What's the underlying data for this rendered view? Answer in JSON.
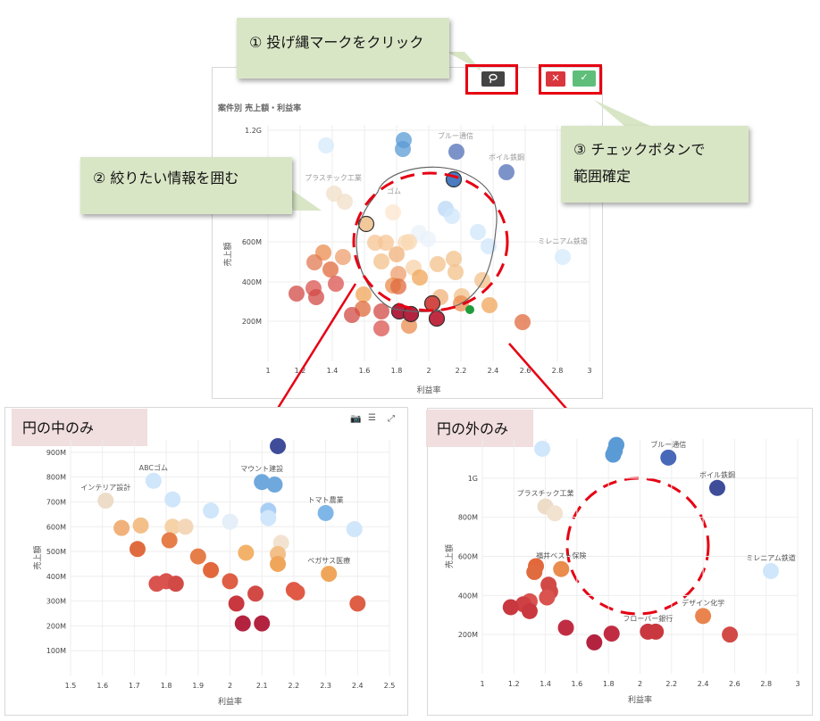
{
  "main_chart": {
    "title": "案件別 売上額・利益率",
    "ylabel": "売上額",
    "xlabel": "利益率",
    "y_ticks": [
      "1.2G",
      "600M",
      "400M",
      "200M"
    ],
    "x_ticks": [
      "1",
      "1.2",
      "1.4",
      "1.6",
      "1.8",
      "2",
      "2.2",
      "2.4",
      "2.6",
      "2.8",
      "3"
    ],
    "labels": [
      "ブルー通信",
      "ボイル鉄鋼",
      "プラスチック工業",
      "ゴム",
      "ミレニアム鉄道"
    ]
  },
  "toolbar": {
    "lasso_icon": "lasso-icon",
    "cancel_label": "✕",
    "confirm_label": "✓"
  },
  "callouts": {
    "step1": "① 投げ縄マークをクリック",
    "step2": "② 絞りたい情報を囲む",
    "step3_line1": "③ チェックボタンで",
    "step3_line2": "範囲確定"
  },
  "inside_panel": {
    "label": "円の中のみ"
  },
  "outside_panel": {
    "label": "円の外のみ"
  },
  "colors": {
    "callout_bg": "#d9e6c6",
    "highlight_red": "#e60012",
    "label_bg": "#f1dede"
  },
  "chart_data": [
    {
      "type": "scatter",
      "title": "円の中のみ",
      "xlabel": "利益率",
      "ylabel": "売上額",
      "xlim": [
        1.5,
        2.5
      ],
      "ylim": [
        0,
        950
      ],
      "x_ticks": [
        1.5,
        1.6,
        1.7,
        1.8,
        1.9,
        2,
        2.1,
        2.2,
        2.3,
        2.4,
        2.5
      ],
      "y_ticks": [
        100,
        200,
        300,
        400,
        500,
        600,
        700,
        800,
        900
      ],
      "y_tick_labels": [
        "100M",
        "200M",
        "300M",
        "400M",
        "500M",
        "600M",
        "700M",
        "800M",
        "900M"
      ],
      "points": [
        {
          "x": 2.15,
          "y": 925,
          "c": "#3e4c9a"
        },
        {
          "x": 1.76,
          "y": 785,
          "c": "#cfe6fb",
          "label": "ABCゴム"
        },
        {
          "x": 2.1,
          "y": 780,
          "c": "#6fa8dc",
          "label": "マウント建設"
        },
        {
          "x": 2.14,
          "y": 770,
          "c": "#6fa8dc"
        },
        {
          "x": 1.61,
          "y": 705,
          "c": "#eddcc8",
          "label": "インテリア設計"
        },
        {
          "x": 1.82,
          "y": 710,
          "c": "#cfe6fb"
        },
        {
          "x": 1.94,
          "y": 665,
          "c": "#cfe6fb"
        },
        {
          "x": 2.12,
          "y": 665,
          "c": "#a9cff5"
        },
        {
          "x": 2.3,
          "y": 655,
          "c": "#7fb6e8",
          "label": "トマト農業"
        },
        {
          "x": 2.12,
          "y": 635,
          "c": "#cfe6fb"
        },
        {
          "x": 2,
          "y": 620,
          "c": "#e4eff9"
        },
        {
          "x": 1.66,
          "y": 595,
          "c": "#f0b27a"
        },
        {
          "x": 1.72,
          "y": 605,
          "c": "#f3c089"
        },
        {
          "x": 1.82,
          "y": 600,
          "c": "#f6d2a8"
        },
        {
          "x": 1.86,
          "y": 600,
          "c": "#f3d7b8"
        },
        {
          "x": 2.39,
          "y": 590,
          "c": "#cfe6fb"
        },
        {
          "x": 1.81,
          "y": 545,
          "c": "#e67e4a"
        },
        {
          "x": 2.16,
          "y": 535,
          "c": "#f2e3d0"
        },
        {
          "x": 1.71,
          "y": 510,
          "c": "#e06b3e"
        },
        {
          "x": 2.05,
          "y": 495,
          "c": "#f3b26a"
        },
        {
          "x": 2.15,
          "y": 490,
          "c": "#f3c089"
        },
        {
          "x": 1.9,
          "y": 480,
          "c": "#e67e4a"
        },
        {
          "x": 2.15,
          "y": 450,
          "c": "#f0a65a"
        },
        {
          "x": 1.94,
          "y": 425,
          "c": "#e2683c"
        },
        {
          "x": 2.31,
          "y": 410,
          "c": "#f0a65a",
          "label": "ペガサス医療"
        },
        {
          "x": 1.77,
          "y": 370,
          "c": "#d9534f"
        },
        {
          "x": 1.8,
          "y": 380,
          "c": "#d9534f"
        },
        {
          "x": 1.83,
          "y": 370,
          "c": "#d24a46"
        },
        {
          "x": 2,
          "y": 380,
          "c": "#de5f45"
        },
        {
          "x": 2.2,
          "y": 345,
          "c": "#e05a46"
        },
        {
          "x": 2.21,
          "y": 335,
          "c": "#e05a46"
        },
        {
          "x": 2.08,
          "y": 330,
          "c": "#d24a46"
        },
        {
          "x": 2.02,
          "y": 290,
          "c": "#c9383f"
        },
        {
          "x": 2.4,
          "y": 290,
          "c": "#de5f45"
        },
        {
          "x": 2.04,
          "y": 210,
          "c": "#b32340"
        },
        {
          "x": 2.1,
          "y": 210,
          "c": "#b32340"
        }
      ]
    },
    {
      "type": "scatter",
      "title": "円の外のみ",
      "xlabel": "利益率",
      "ylabel": "売上額",
      "xlim": [
        1,
        3
      ],
      "ylim": [
        0,
        1200
      ],
      "x_ticks": [
        1,
        1.2,
        1.4,
        1.6,
        1.8,
        2,
        2.2,
        2.4,
        2.6,
        2.8,
        3
      ],
      "y_ticks": [
        200,
        400,
        600,
        800,
        1000
      ],
      "y_tick_labels": [
        "200M",
        "400M",
        "600M",
        "800M",
        "1G"
      ],
      "points": [
        {
          "x": 1.38,
          "y": 1150,
          "c": "#cfe6fb"
        },
        {
          "x": 1.85,
          "y": 1170,
          "c": "#5b9bd5"
        },
        {
          "x": 1.84,
          "y": 1140,
          "c": "#5b9bd5"
        },
        {
          "x": 1.83,
          "y": 1120,
          "c": "#5b9bd5"
        },
        {
          "x": 2.18,
          "y": 1105,
          "c": "#4868b8",
          "label": "ブルー通信"
        },
        {
          "x": 2.49,
          "y": 950,
          "c": "#3e4c9a",
          "label": "ボイル鉄鋼"
        },
        {
          "x": 1.4,
          "y": 855,
          "c": "#eddcc8",
          "label": "プラスチック工業"
        },
        {
          "x": 1.46,
          "y": 820,
          "c": "#f2e3d0"
        },
        {
          "x": 2.83,
          "y": 525,
          "c": "#cfe6fb",
          "label": "ミレニアム鉄道"
        },
        {
          "x": 1.5,
          "y": 535,
          "c": "#e98c4e",
          "label": "福井ベスト保険"
        },
        {
          "x": 1.34,
          "y": 550,
          "c": "#e2683c"
        },
        {
          "x": 1.33,
          "y": 520,
          "c": "#e06b3e"
        },
        {
          "x": 1.42,
          "y": 455,
          "c": "#d24a46"
        },
        {
          "x": 1.43,
          "y": 420,
          "c": "#d24a46"
        },
        {
          "x": 1.41,
          "y": 390,
          "c": "#d9534f"
        },
        {
          "x": 1.3,
          "y": 370,
          "c": "#d9534f"
        },
        {
          "x": 1.26,
          "y": 355,
          "c": "#cf4044"
        },
        {
          "x": 1.18,
          "y": 340,
          "c": "#c9383f"
        },
        {
          "x": 1.3,
          "y": 320,
          "c": "#c9383f"
        },
        {
          "x": 2.4,
          "y": 295,
          "c": "#e9844e",
          "label": "デザイン化学"
        },
        {
          "x": 1.53,
          "y": 235,
          "c": "#c02d42"
        },
        {
          "x": 2.05,
          "y": 215,
          "c": "#c9383f",
          "label": "フローバー銀行"
        },
        {
          "x": 2.1,
          "y": 215,
          "c": "#c9383f"
        },
        {
          "x": 1.82,
          "y": 205,
          "c": "#c02d42"
        },
        {
          "x": 2.57,
          "y": 200,
          "c": "#d24a46"
        },
        {
          "x": 1.71,
          "y": 160,
          "c": "#b32340"
        }
      ]
    }
  ]
}
